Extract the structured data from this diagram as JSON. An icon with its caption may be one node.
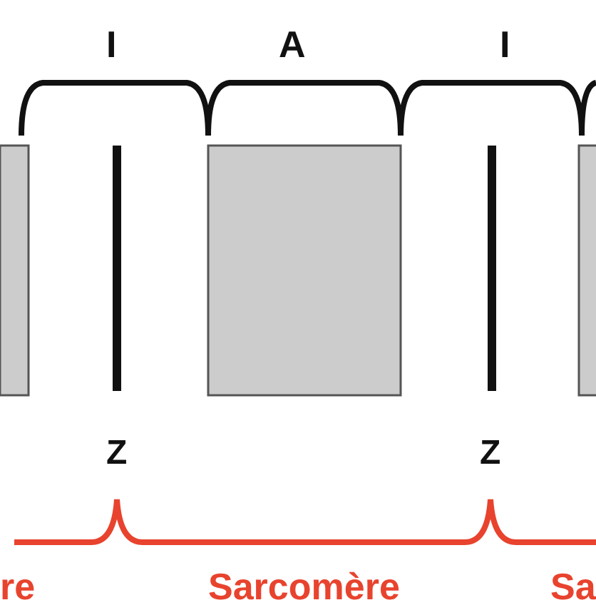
{
  "diagram": {
    "labels": [
      "I",
      "A",
      "I",
      "Z",
      "Z",
      "re",
      "Sarcomère",
      "Sa"
    ]
  }
}
